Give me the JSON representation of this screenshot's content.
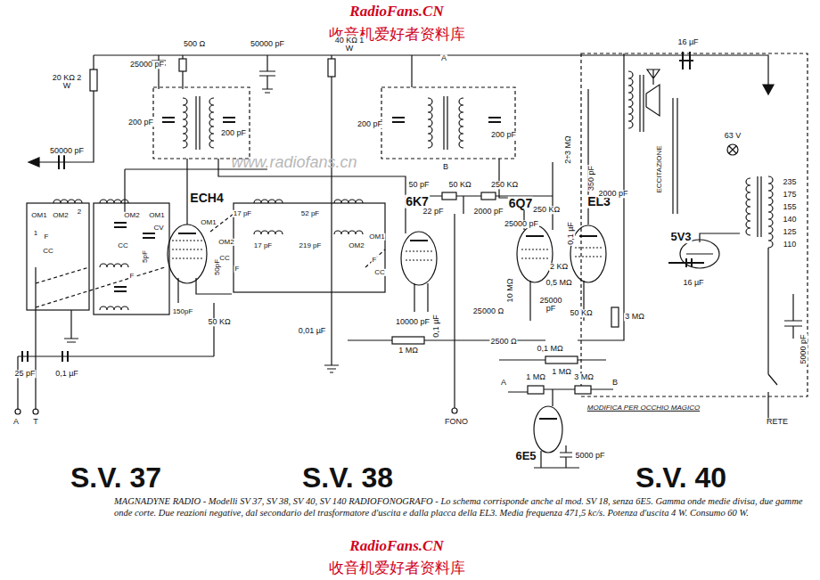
{
  "diagram": {
    "caption": "MAGNADYNE RADIO - Modelli SV 37, SV 38, SV 40, SV 140 RADIOFONOGRAFO - Lo schema corrisponde anche al mod. SV 18, senza 6E5. Gamma onde medie divisa, due gamme onde corte. Due reazioni negative, dal secondario del trasformatore d'uscita e dalla placca della EL3. Media frequenza 471,5 kc/s. Potenza d'uscita 4 W. Consumo 60 W.",
    "labels": [
      "RadioFans.CN",
      "收音机爱好者资料库",
      "www.radiofans.cn",
      "25000 pF",
      "500 Ω",
      "50000 pF",
      "40 KΩ 1 W",
      "20 KΩ 2 W",
      "50000 pF",
      "200 pF",
      "200 pF",
      "200 pF",
      "200 pF",
      "A",
      "B",
      "16 µF",
      "ECH4",
      "6K7",
      "6Q7",
      "EL3",
      "5V3",
      "50 pF",
      "50 KΩ",
      "250 KΩ",
      "22 pF",
      "2000 pF",
      "250 KΩ",
      "2÷3 MΩ",
      "350 pF",
      "2000 pF",
      "ECCITAZIONE",
      "63 V",
      "235",
      "175",
      "155",
      "140",
      "125",
      "110",
      "OM1",
      "OM2",
      "2",
      "1",
      "F",
      "CC",
      "CV",
      "CC",
      "OM2",
      "OM1",
      "F",
      "5pF",
      "150pF",
      "50pF",
      "50 KΩ",
      "OM1",
      "OM2",
      "CC",
      "F",
      "17 pF",
      "17 pF",
      "52 pF",
      "219 pF",
      "OM1",
      "OM2",
      "F",
      "CC",
      "0,01 µF",
      "25 pF",
      "0,1 µF",
      "A",
      "T",
      "10000 pF",
      "0,1 µF",
      "25000 pF",
      "10 MΩ",
      "25000 Ω",
      "25000 pF",
      "2500 Ω",
      "0,1 MΩ",
      "2 KΩ",
      "0,5 MΩ",
      "0,1 µF",
      "50 KΩ",
      "1 MΩ",
      "1 MΩ",
      "3 MΩ",
      "16 µF",
      "5000 pF",
      "RETE",
      "FONO",
      "A",
      "1 MΩ",
      "3 MΩ",
      "B",
      "6E5",
      "5000 pF",
      "MODIFICA PER OCCHIO MAGICO",
      "S.V. 37",
      "S.V. 38",
      "S.V. 40",
      "RadioFans.CN",
      "收音机爱好者资料库"
    ]
  }
}
